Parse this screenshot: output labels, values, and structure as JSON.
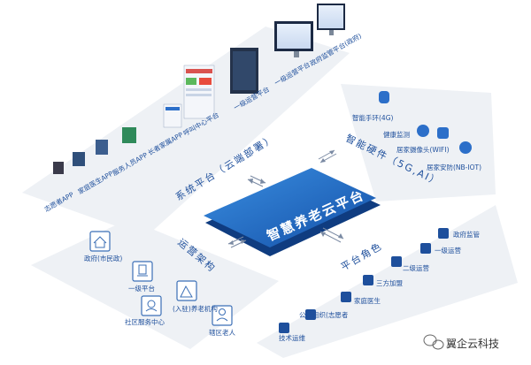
{
  "center": {
    "title": "智慧养老云平台"
  },
  "sections": {
    "system": "系统平台（云端部署）",
    "hardware": "智能硬件（5G,AI）",
    "operation": "运营架构",
    "roles": "平台角色"
  },
  "apps": [
    "志愿者APP",
    "家庭医生APP",
    "服务人员APP",
    "长者家属APP",
    "呼叫中心平台",
    "一级运营平台",
    "一级运营平台",
    "政府监管平台(政府)"
  ],
  "hardware_items": [
    "智能手环(4G)",
    "健康监测",
    "居家摄像头(WIFI)",
    "居家安防(NB-IOT)"
  ],
  "operation_items": {
    "gov": "政府(市民政)",
    "l1": "一级平台",
    "inst": "(入驻)养老机构",
    "community": "社区服务中心",
    "elder": "辖区老人"
  },
  "roles": [
    "政府监管",
    "一级运营",
    "二级运营",
    "三方加盟",
    "家庭医生",
    "公益组织(志愿者",
    "技术运维"
  ],
  "watermark": "翼企云科技",
  "colors": {
    "primary": "#1e4f9c",
    "accent": "#2c6fc9",
    "panel": "#eef1f5"
  }
}
